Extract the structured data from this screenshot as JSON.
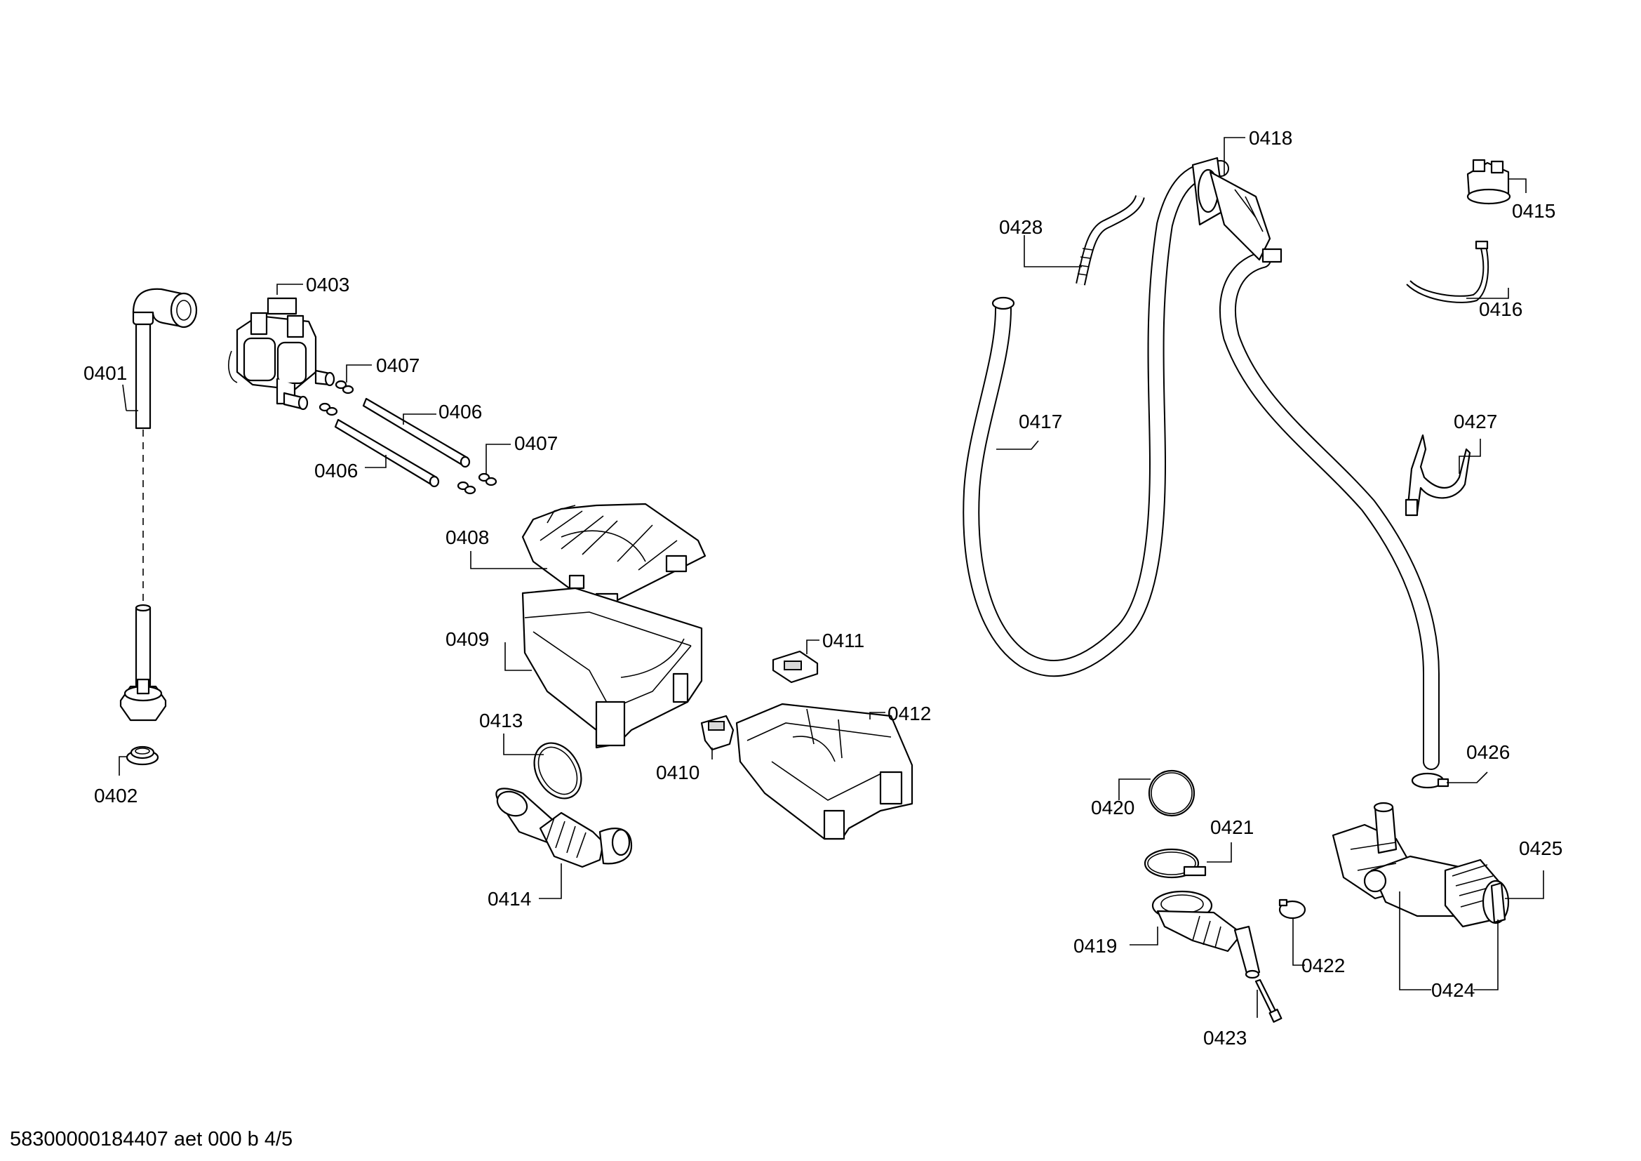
{
  "diagram": {
    "footer": "58300000184407 aet 000 b 4/5",
    "parts": [
      {
        "id": "p0401",
        "label": "0401"
      },
      {
        "id": "p0402",
        "label": "0402"
      },
      {
        "id": "p0403",
        "label": "0403"
      },
      {
        "id": "p0406a",
        "label": "0406"
      },
      {
        "id": "p0406b",
        "label": "0406"
      },
      {
        "id": "p0407a",
        "label": "0407"
      },
      {
        "id": "p0407b",
        "label": "0407"
      },
      {
        "id": "p0408",
        "label": "0408"
      },
      {
        "id": "p0409",
        "label": "0409"
      },
      {
        "id": "p0410",
        "label": "0410"
      },
      {
        "id": "p0411",
        "label": "0411"
      },
      {
        "id": "p0412",
        "label": "0412"
      },
      {
        "id": "p0413",
        "label": "0413"
      },
      {
        "id": "p0414",
        "label": "0414"
      },
      {
        "id": "p0415",
        "label": "0415"
      },
      {
        "id": "p0416",
        "label": "0416"
      },
      {
        "id": "p0417",
        "label": "0417"
      },
      {
        "id": "p0418",
        "label": "0418"
      },
      {
        "id": "p0419",
        "label": "0419"
      },
      {
        "id": "p0420",
        "label": "0420"
      },
      {
        "id": "p0421",
        "label": "0421"
      },
      {
        "id": "p0422",
        "label": "0422"
      },
      {
        "id": "p0423",
        "label": "0423"
      },
      {
        "id": "p0424",
        "label": "0424"
      },
      {
        "id": "p0425",
        "label": "0425"
      },
      {
        "id": "p0426",
        "label": "0426"
      },
      {
        "id": "p0427",
        "label": "0427"
      },
      {
        "id": "p0428",
        "label": "0428"
      }
    ]
  }
}
